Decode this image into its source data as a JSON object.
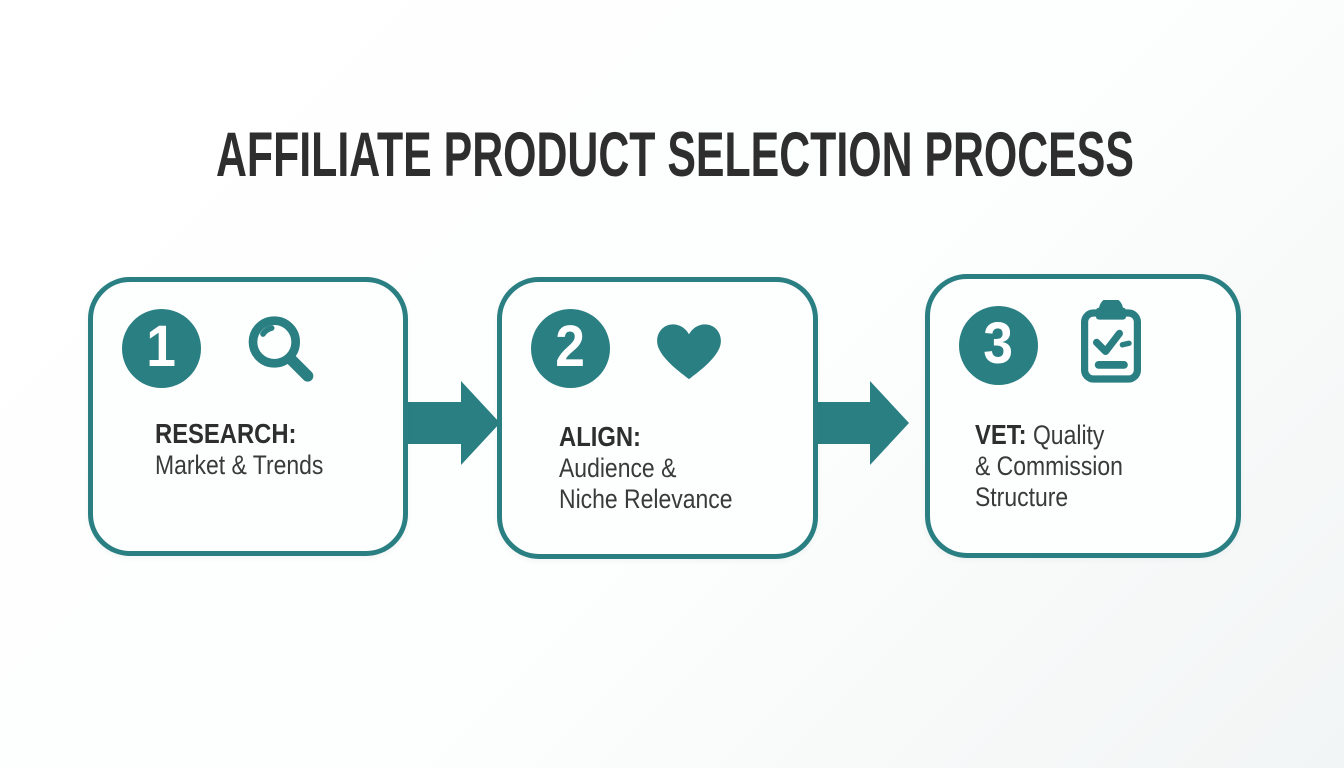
{
  "title": "AFFILIATE PRODUCT SELECTION PROCESS",
  "steps": [
    {
      "number": "1",
      "icon": "magnifier-icon",
      "title": "RESEARCH:",
      "title_suffix": "",
      "lines": [
        "Market & Trends"
      ]
    },
    {
      "number": "2",
      "icon": "heart-icon",
      "title": "ALIGN:",
      "title_suffix": "",
      "lines": [
        "Audience &",
        "Niche Relevance"
      ]
    },
    {
      "number": "3",
      "icon": "clipboard-check-icon",
      "title": "VET:",
      "title_suffix": " Quality",
      "lines": [
        "& Commission",
        "Structure"
      ]
    }
  ],
  "colors": {
    "teal": "#2a7f82",
    "text": "#3a3a3a",
    "heading_text": "#2e2e2e",
    "background": "#fdfefe",
    "card_bg": "#fdfefe"
  }
}
